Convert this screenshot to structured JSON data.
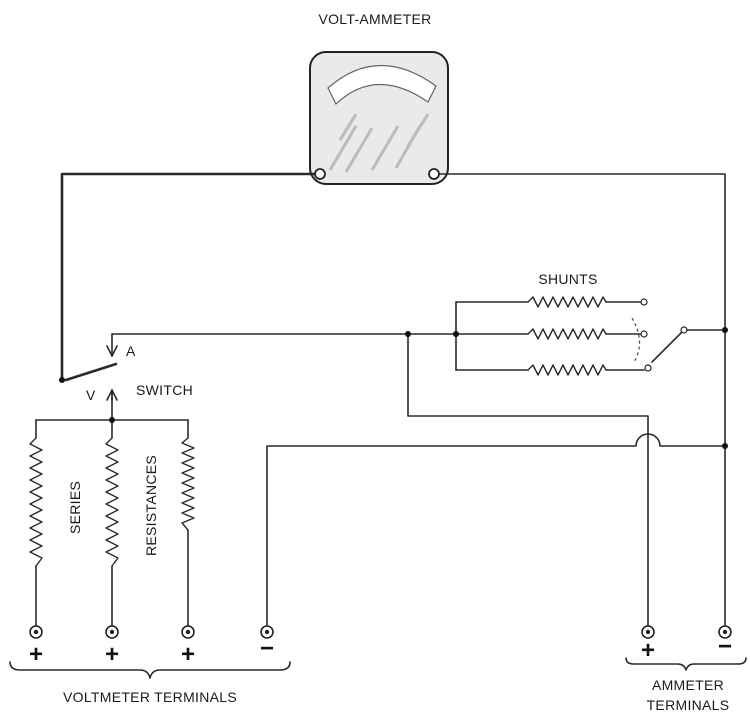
{
  "labels": {
    "meter": "VOLT-AMMETER",
    "shunts": "SHUNTS",
    "switch": "SWITCH",
    "switch_a": "A",
    "switch_v": "V",
    "series": "SERIES",
    "resistances": "RESISTANCES",
    "voltmeter_terminals": "VOLTMETER TERMINALS",
    "ammeter_terminals_line1": "AMMETER",
    "ammeter_terminals_line2": "TERMINALS"
  },
  "terminal_signs": {
    "v1": "+",
    "v2": "+",
    "v3": "+",
    "v4": "−",
    "a1": "+",
    "a2": "−"
  },
  "colors": {
    "ink": "#2a2a2a",
    "meter_face": "#e6e6e6",
    "meter_scale": "#ffffff"
  }
}
